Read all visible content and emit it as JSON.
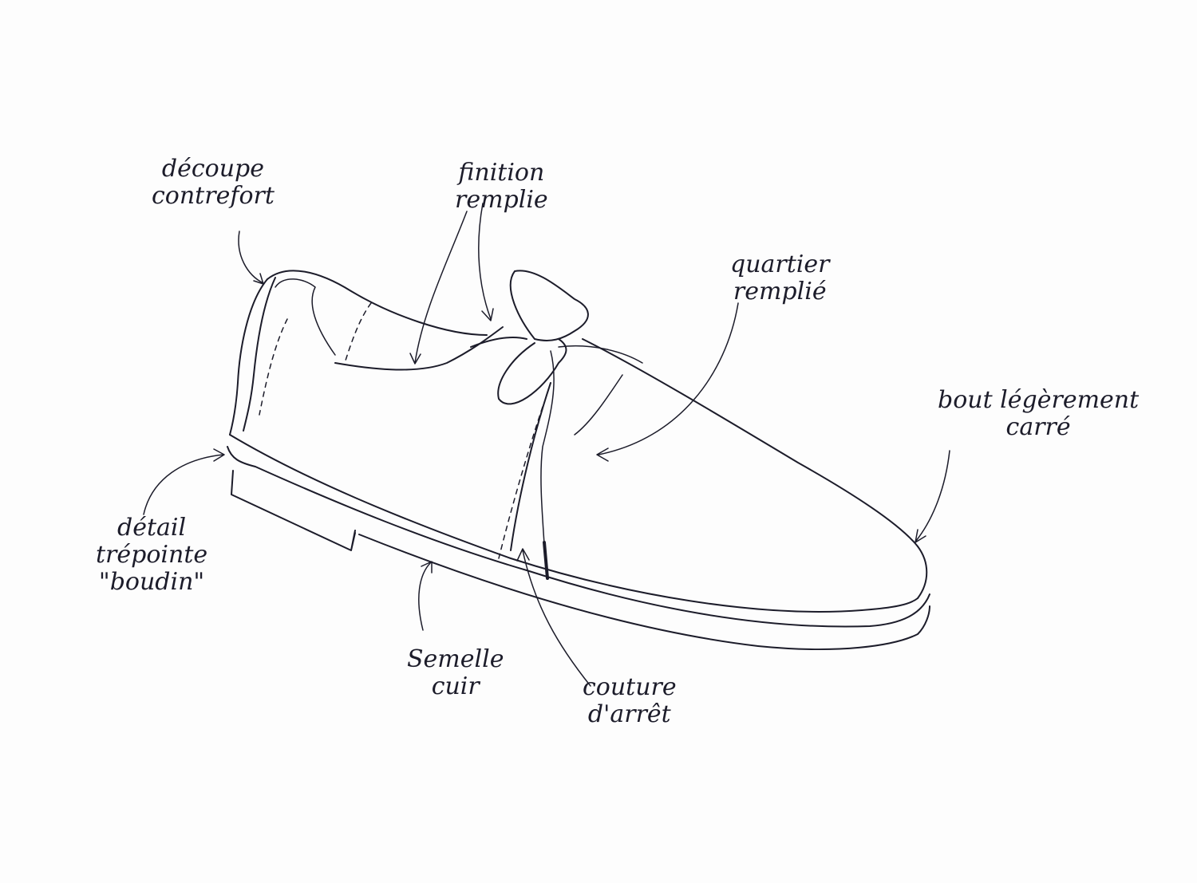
{
  "labels": {
    "decoupe_contrefort": [
      "découpe",
      "contrefort"
    ],
    "finition_remplie": [
      "finition",
      "remplie"
    ],
    "quartier_remplie": [
      "quartier",
      "remplié"
    ],
    "bout_legerement_carre": [
      "bout légèrement",
      "carré"
    ],
    "detail_trepointe": [
      "détail",
      "trépointe",
      "\"boudin\""
    ],
    "semelle_cuir": [
      "Semelle",
      "cuir"
    ],
    "couture_arret": [
      "couture",
      "d'arrêt"
    ]
  },
  "colors": {
    "ink": "#1c1c2a",
    "paper": "#fdfdfd"
  }
}
